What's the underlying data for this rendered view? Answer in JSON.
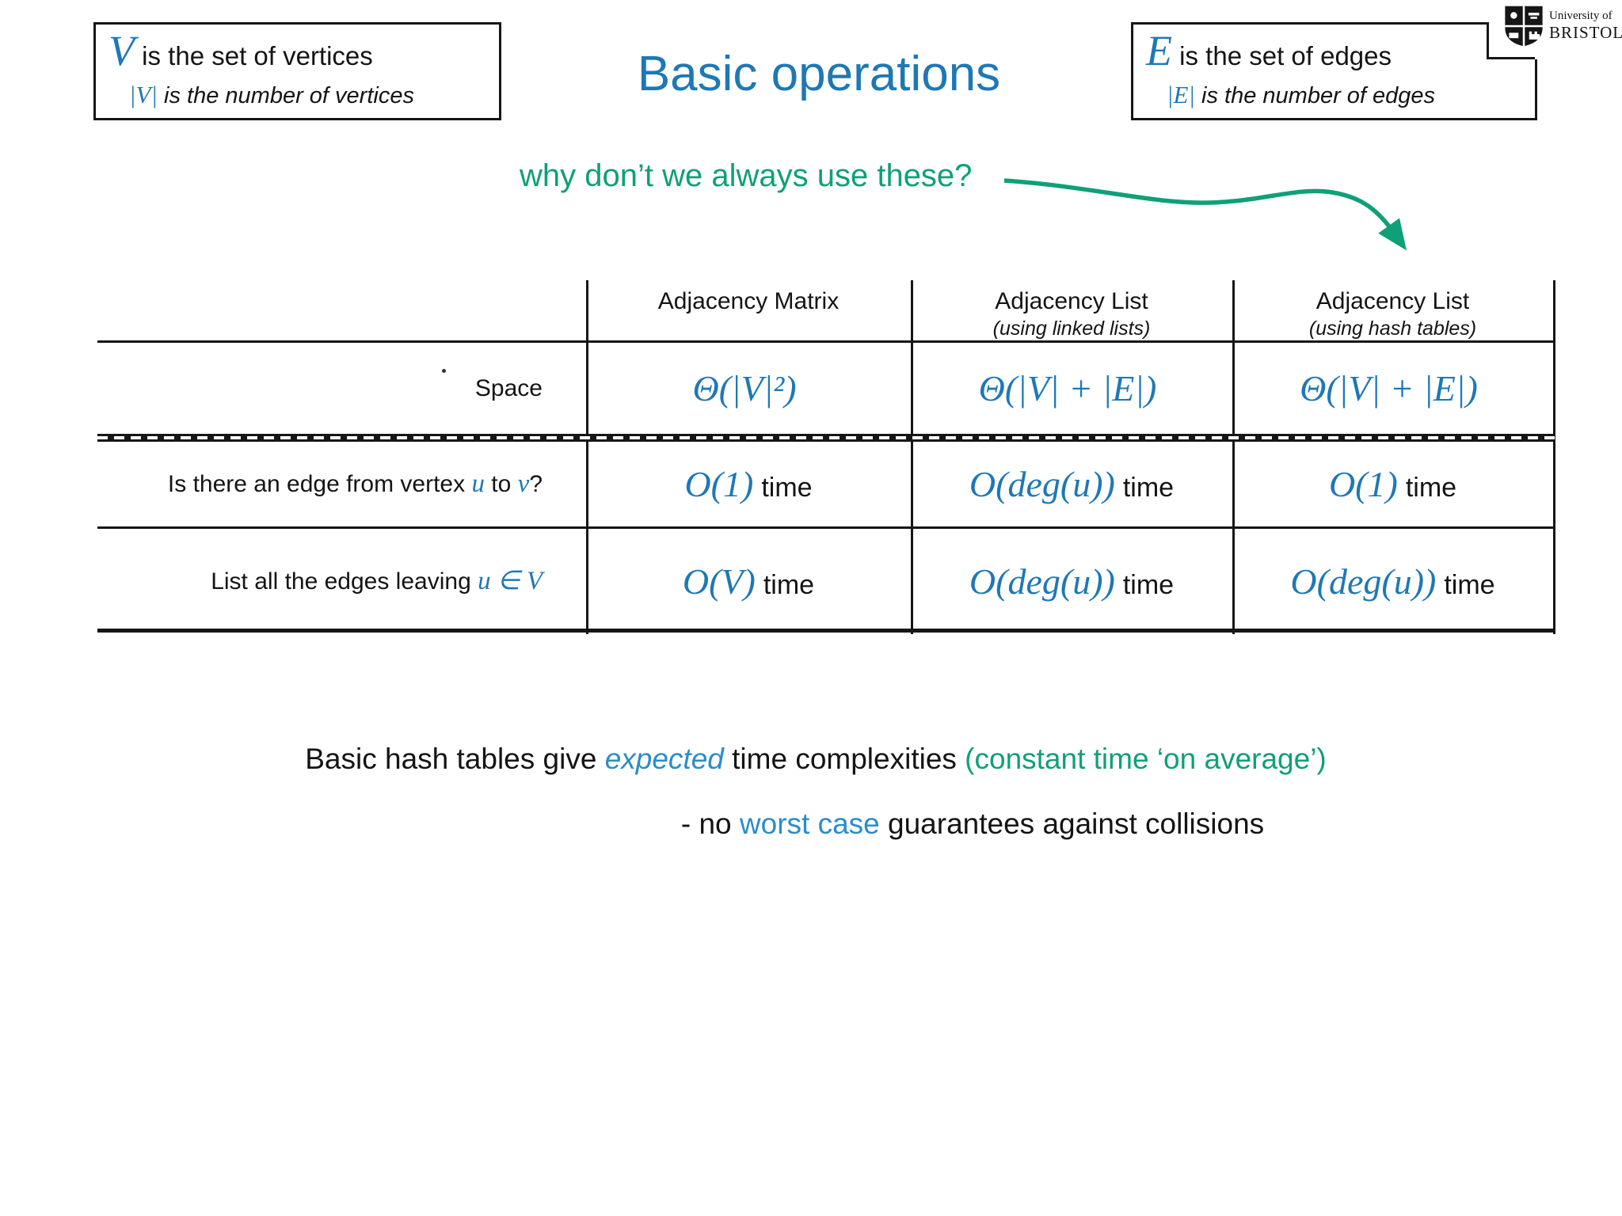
{
  "colors": {
    "accent_blue": "#1e78b6",
    "emphasis_blue": "#2b8ccb",
    "green": "#0fa078",
    "ink": "#141414"
  },
  "title": "Basic operations",
  "logo": {
    "institution": "University of",
    "name": "BRISTOL"
  },
  "definitions": {
    "vertices": {
      "symbol": "V",
      "line1": " is the set of vertices",
      "sub_symbol": "|V|",
      "line2": " is the number of vertices"
    },
    "edges": {
      "symbol": "E",
      "line1": " is the set of edges",
      "sub_symbol": "|E|",
      "line2": " is the number of edges"
    }
  },
  "annotation": {
    "question": "why don’t we always use these?"
  },
  "table": {
    "columns": [
      {
        "title": "Adjacency Matrix",
        "subtitle": ""
      },
      {
        "title": "Adjacency List",
        "subtitle": "(using linked lists)"
      },
      {
        "title": "Adjacency List",
        "subtitle": "(using hash tables)"
      }
    ],
    "rows": [
      {
        "label": {
          "pre": "Space",
          "m1": "",
          "mid": "",
          "m2": "",
          "post": ""
        },
        "cells": [
          {
            "math": "Θ(|V|²)",
            "suffix": ""
          },
          {
            "math": "Θ(|V| + |E|)",
            "suffix": ""
          },
          {
            "math": "Θ(|V| + |E|)",
            "suffix": ""
          }
        ]
      },
      {
        "label": {
          "pre": "Is there an edge from vertex ",
          "m1": "u",
          "mid": " to ",
          "m2": "v",
          "post": "?"
        },
        "cells": [
          {
            "math": "O(1)",
            "suffix": "time"
          },
          {
            "math": "O(deg(u))",
            "suffix": "time"
          },
          {
            "math": "O(1)",
            "suffix": "time"
          }
        ]
      },
      {
        "label": {
          "pre": "List all the edges leaving ",
          "m1": "u ∈ V",
          "mid": "",
          "m2": "",
          "post": ""
        },
        "cells": [
          {
            "math": "O(V)",
            "suffix": "time"
          },
          {
            "math": "O(deg(u))",
            "suffix": "time"
          },
          {
            "math": "O(deg(u))",
            "suffix": "time"
          }
        ]
      }
    ]
  },
  "footer": {
    "line1": {
      "a": "Basic hash tables give ",
      "b": "expected",
      "c": " time complexities ",
      "d": "(constant time ‘on average’)"
    },
    "line2": {
      "a": "- no ",
      "b": "worst case",
      "c": " guarantees against collisions"
    }
  }
}
